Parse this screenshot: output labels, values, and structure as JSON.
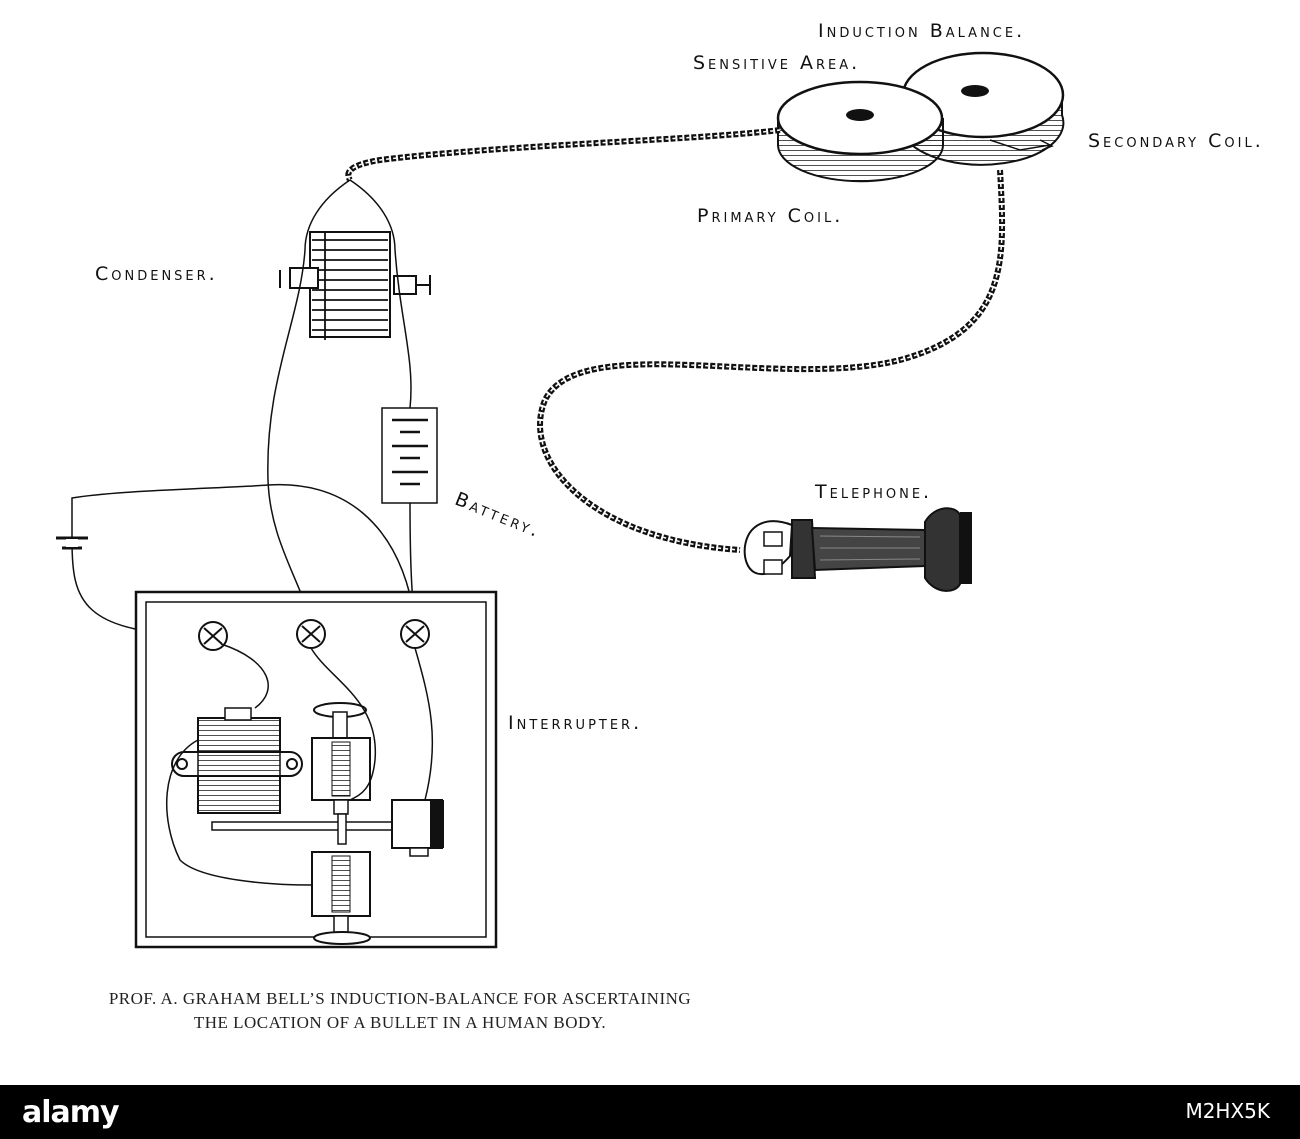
{
  "labels": {
    "induction_balance": "Induction Balance.",
    "sensitive_area": "Sensitive Area.",
    "secondary_coil": "Secondary Coil.",
    "primary_coil": "Primary Coil.",
    "condenser": "Condenser.",
    "telephone": "Telephone.",
    "battery": "Battery.",
    "interrupter": "Interrupter."
  },
  "caption": {
    "line1": "PROF. A. GRAHAM BELL’S INDUCTION-BALANCE FOR ASCERTAINING",
    "line2": "THE LOCATION OF A BULLET IN A HUMAN BODY."
  },
  "footer": {
    "logo": "alamy",
    "image_id": "M2HX5K"
  },
  "colors": {
    "ink": "#111111",
    "paper": "#ffffff",
    "footer": "#000000"
  }
}
